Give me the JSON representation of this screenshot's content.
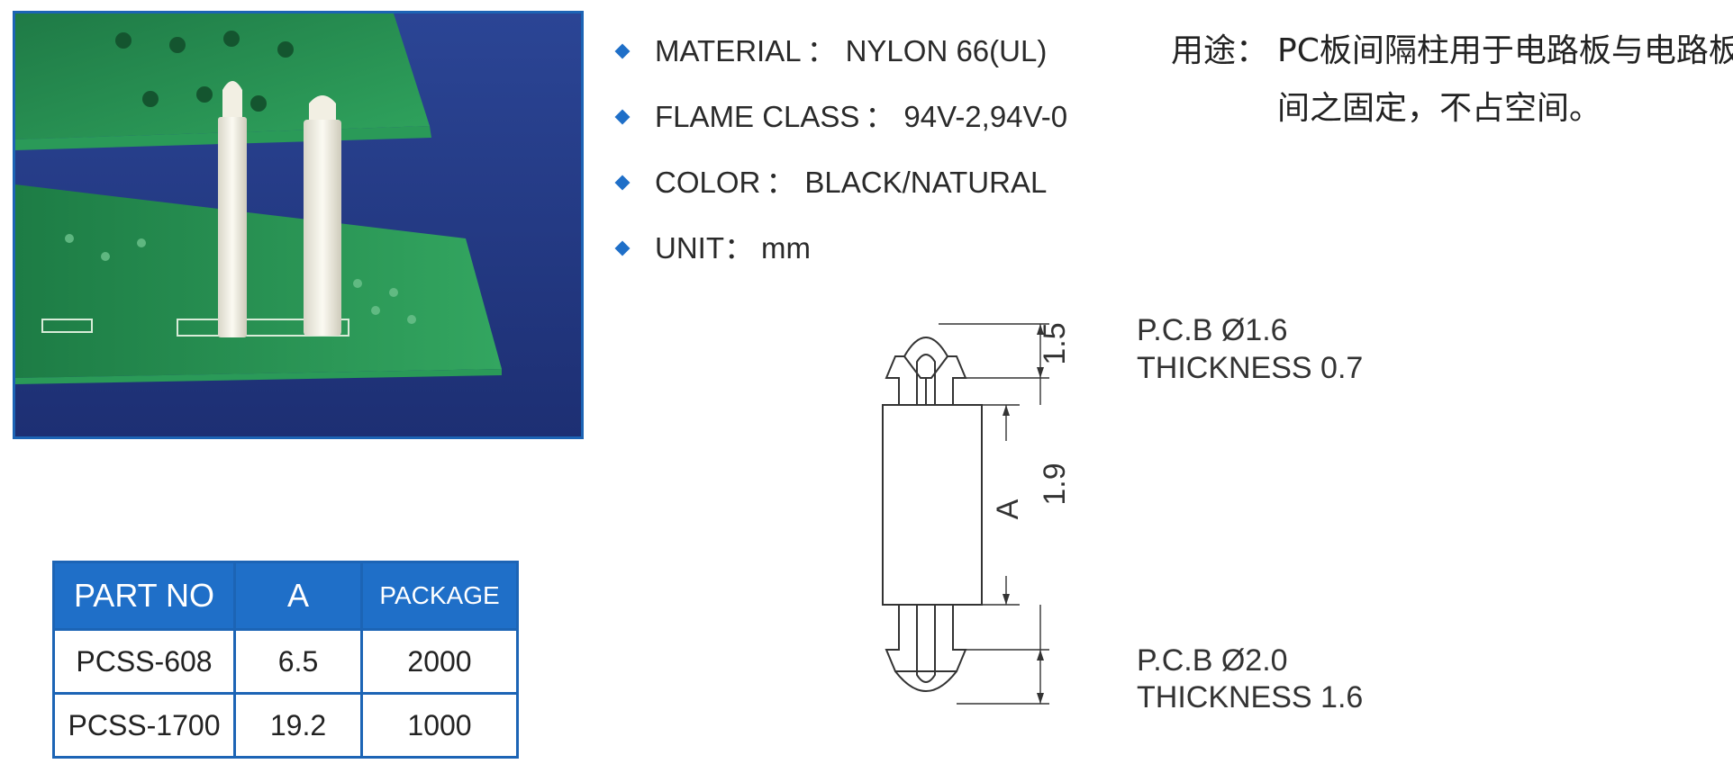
{
  "photo": {
    "alt": "PCB spacer product photo"
  },
  "specs": [
    {
      "label": "MATERIAL",
      "sep": "：",
      "value": "NYLON 66(UL)"
    },
    {
      "label": "FLAME CLASS",
      "sep": "：",
      "value": "94V-2,94V-0"
    },
    {
      "label": "COLOR",
      "sep": "：",
      "value": "BLACK/NATURAL"
    },
    {
      "label": "UNIT",
      "sep": "：",
      "value": "mm"
    }
  ],
  "usage": {
    "label": "用途：",
    "text": "PC板间隔柱用于电路板与电路板间之固定，不占空间。"
  },
  "table": {
    "headers": [
      "PART NO",
      "A",
      "PACKAGE"
    ],
    "rows": [
      [
        "PCSS-608",
        "6.5",
        "2000"
      ],
      [
        "PCSS-1700",
        "19.2",
        "1000"
      ]
    ]
  },
  "drawing": {
    "top_pcb_line1": "P.C.B  Ø1.6",
    "top_pcb_line2": "THICKNESS  0.7",
    "bottom_pcb_line1": "P.C.B  Ø2.0",
    "bottom_pcb_line2": "THICKNESS  1.6",
    "dim_top": "1.5",
    "dim_body": "A",
    "dim_bottom": "1.9"
  },
  "colors": {
    "accent": "#1f6fc8",
    "border": "#1c64b5",
    "pcb_green": "#1f8a4c",
    "photo_bg": "#243a86"
  }
}
